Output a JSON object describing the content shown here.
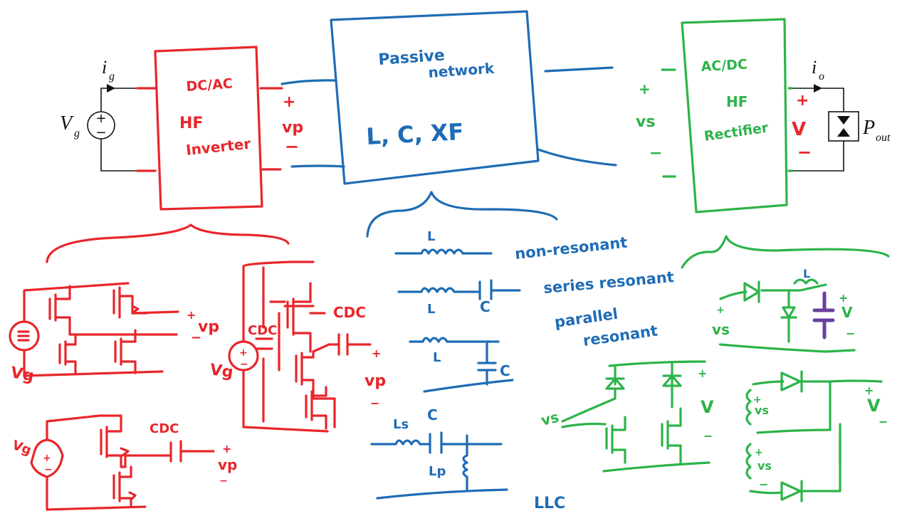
{
  "top_circuit": {
    "source_current": "i",
    "source_current_sub": "g",
    "source_voltage": "V",
    "source_voltage_sub": "g",
    "source_plus": "+",
    "source_minus": "−",
    "output_current": "i",
    "output_current_sub": "o",
    "output_power": "P",
    "output_power_sub": "out"
  },
  "inverter_block": {
    "line1": "DC/AC",
    "line2": "HF",
    "line3": "Inverter",
    "out_plus": "+",
    "out_voltage": "vp",
    "out_minus": "−"
  },
  "passive_block": {
    "line1": "Passive",
    "line2": "network",
    "components": "L, C, XF"
  },
  "rectifier_block": {
    "in_plus": "+",
    "in_voltage": "vs",
    "in_minus": "−",
    "line1": "AC/DC",
    "line2": "HF",
    "line3": "Rectifier",
    "out_plus": "+",
    "out_voltage": "V",
    "out_minus": "−"
  },
  "inverter_circuits": {
    "full_bridge": {
      "vg": "Vg",
      "vp": "vp",
      "plus": "+",
      "minus": "−"
    },
    "half_bridge_split": {
      "cdc_top": "CDC",
      "cdc_series": "CDC",
      "vg": "Vg",
      "vp": "vp",
      "plus": "+",
      "minus": "−"
    },
    "half_bridge": {
      "vg": "Vg",
      "cdc": "CDC",
      "vp": "vp",
      "plus": "+",
      "minus": "−"
    }
  },
  "passive_options": [
    {
      "labels": [
        "L"
      ],
      "name": "non-resonant"
    },
    {
      "labels": [
        "L",
        "C"
      ],
      "name": "series resonant"
    },
    {
      "labels": [
        "L",
        "C"
      ],
      "name": "parallel resonant"
    },
    {
      "labels": [
        "Ls",
        "C",
        "Lp"
      ],
      "name": "LLC"
    }
  ],
  "rectifier_circuits": {
    "half_wave": {
      "l": "L",
      "vs": "vs",
      "v": "V",
      "plus": "+",
      "minus": "−"
    },
    "full_bridge": {
      "vs": "vs",
      "v": "V",
      "plus": "+",
      "minus": "−"
    },
    "center_tap": {
      "vs_top": "vs",
      "vs_bottom": "vs",
      "v": "V",
      "plus": "+",
      "minus": "−"
    }
  },
  "colors": {
    "inverter": "#e8262b",
    "passive": "#1f6cb5",
    "rectifier": "#2db34a",
    "filter_cap": "#6b3fa0",
    "typeset": "#111111"
  }
}
